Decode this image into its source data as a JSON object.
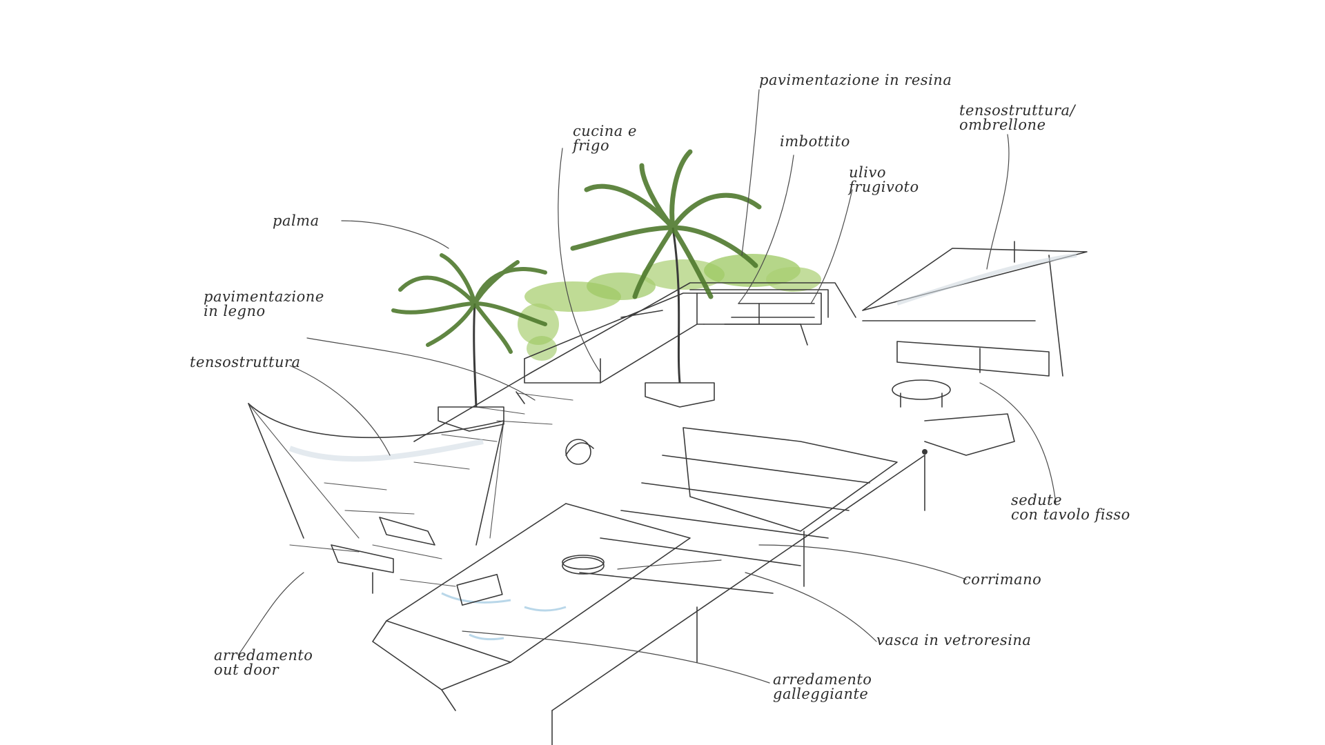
{
  "annotations": {
    "pavimentazione_resina": "pavimentazione in resina",
    "cucina_frigo": "cucina e\nfrigo",
    "imbottito": "imbottito",
    "ulivo": "ulivo\nfrugivoto",
    "tensostruttura_ombrellone": "tensostruttura/\nombrellone",
    "palma": "palma",
    "pavimentazione_legno": "pavimentazione\nin legno",
    "tensostruttura": "tensostruttura",
    "sedute": "sedute\ncon tavolo fisso",
    "corrimano": "corrimano",
    "vasca": "vasca in vetroresina",
    "arredamento_outdoor": "arredamento\nout door",
    "arredamento_galleggiante": "arredamento\ngalleggiante"
  },
  "colors": {
    "ink": "#3a3a3a",
    "foliage": "#8fbf55",
    "palm": "#4f7a2e",
    "water": "#bcd9ea"
  }
}
